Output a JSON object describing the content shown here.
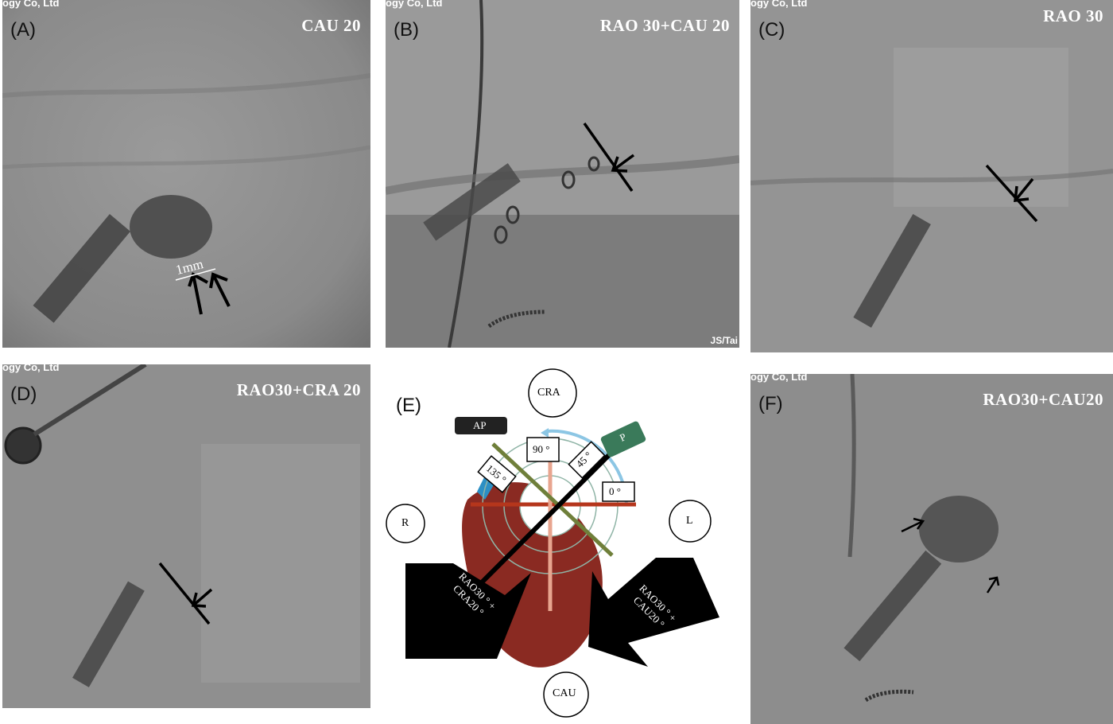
{
  "watermark_corp": "ogy Co, Ltd",
  "panels": {
    "a": {
      "letter": "(A)",
      "view": "CAU 20",
      "measure": "1mm"
    },
    "b": {
      "letter": "(B)",
      "view": "RAO 30+CAU 20",
      "watermark": "JS/Tai"
    },
    "c": {
      "letter": "(C)",
      "view": "RAO 30"
    },
    "d": {
      "letter": "(D)",
      "view": "RAO30+CRA 20"
    },
    "e": {
      "letter": "(E)",
      "labels": {
        "cra": "CRA",
        "cau": "CAU",
        "r": "R",
        "l": "L",
        "ap": "AP",
        "p": "P",
        "deg90": "90 °",
        "deg45": "45 °",
        "deg135": "135 °",
        "deg0": "0 °",
        "arrow_left_line1": "RAO30 ° +",
        "arrow_left_line2": "CRA20 °",
        "arrow_right_line1": "RAO30 ° +",
        "arrow_right_line2": "CAU20 °"
      },
      "colors": {
        "orange_red": "#b5361c",
        "olive": "#6f7f3a",
        "salmon": "#e8a58f",
        "sky": "#8cc6e4",
        "green_badge": "#3a7a5a"
      }
    },
    "f": {
      "letter": "(F)",
      "view": "RAO30+CAU20"
    }
  },
  "colors": {
    "fluoro_bg": "#8f8f8f",
    "fluoro_dark": "#4a4a4a",
    "arrow": "#000000"
  }
}
